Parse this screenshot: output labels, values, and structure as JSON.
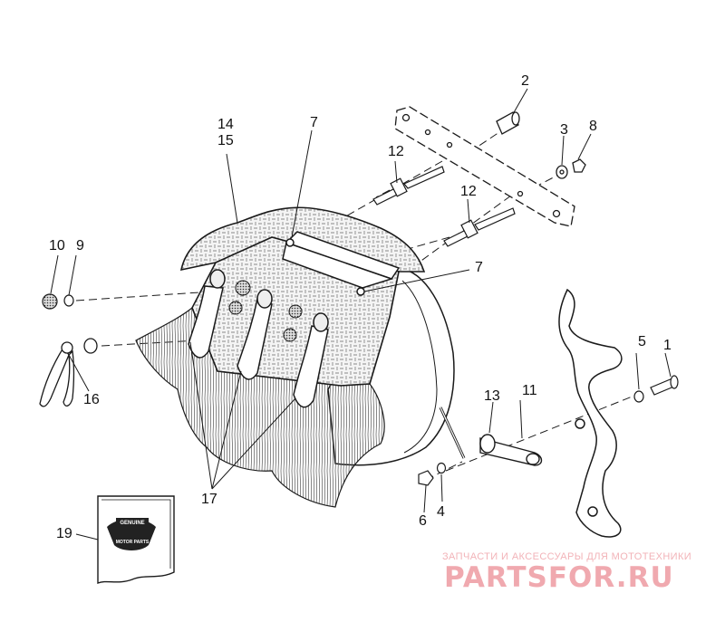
{
  "callouts": [
    {
      "id": "c1",
      "label": "1"
    },
    {
      "id": "c2",
      "label": "2"
    },
    {
      "id": "c3",
      "label": "3"
    },
    {
      "id": "c4",
      "label": "4"
    },
    {
      "id": "c5",
      "label": "5"
    },
    {
      "id": "c6",
      "label": "6"
    },
    {
      "id": "c7a",
      "label": "7"
    },
    {
      "id": "c7b",
      "label": "7"
    },
    {
      "id": "c8",
      "label": "8"
    },
    {
      "id": "c9",
      "label": "9"
    },
    {
      "id": "c10",
      "label": "10"
    },
    {
      "id": "c11",
      "label": "11"
    },
    {
      "id": "c12a",
      "label": "12"
    },
    {
      "id": "c12b",
      "label": "12"
    },
    {
      "id": "c13",
      "label": "13"
    },
    {
      "id": "c14",
      "label": "14"
    },
    {
      "id": "c15",
      "label": "15"
    },
    {
      "id": "c16",
      "label": "16"
    },
    {
      "id": "c17",
      "label": "17"
    },
    {
      "id": "c19",
      "label": "19"
    }
  ],
  "kit_box": {
    "badge_top": "GENUINE",
    "badge_bottom": "MOTOR PARTS"
  },
  "watermark": {
    "caption": "ЗАПЧАСТИ И АКСЕССУАРЫ ДЛЯ МОТОТЕХНИКИ",
    "logo": "PARTSFOR.RU"
  },
  "colors": {
    "line": "#1a1a1a",
    "watermark": "#f0a9af"
  }
}
